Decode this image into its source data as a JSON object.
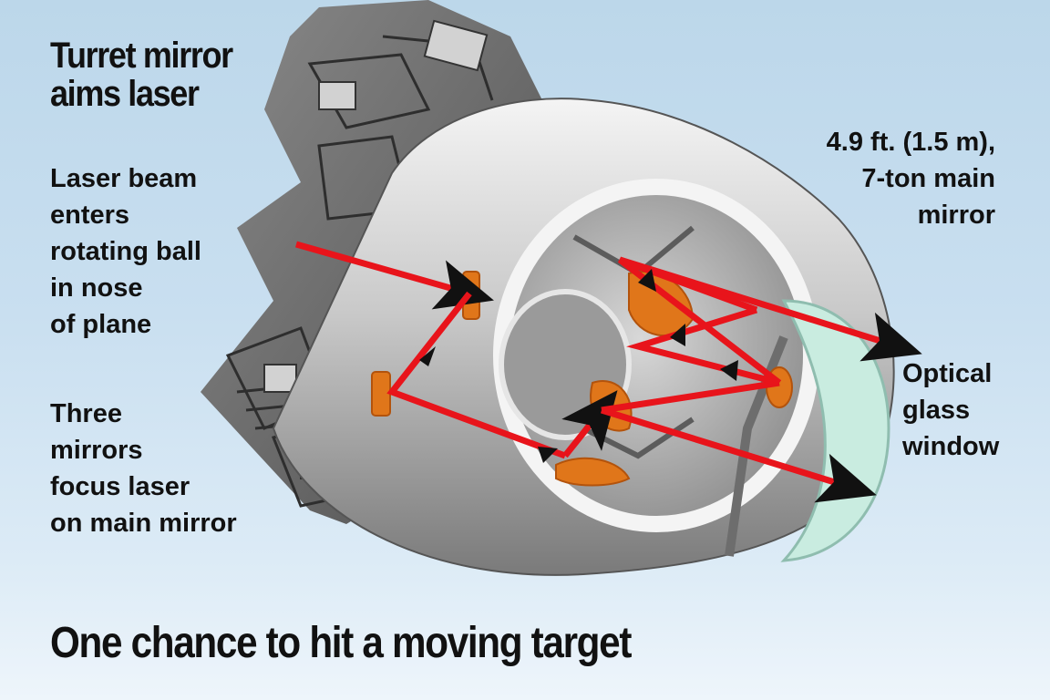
{
  "heading": "Turret mirror\naims laser",
  "labels": {
    "beam_entry": "Laser beam\nenters\nrotating ball\nin nose\nof plane",
    "three_mirrors": "Three\nmirrors\nfocus laser\non main mirror",
    "main_mirror": "4.9 ft. (1.5 m),\n7-ton main\nmirror",
    "glass_window": "Optical\nglass\nwindow"
  },
  "title": "One chance to hit a moving target",
  "colors": {
    "laser": "#e8141b",
    "mirror": "#e0761a",
    "window": "#c9ece0",
    "housing": "#a9a9a9",
    "background": "#c9dff0"
  }
}
